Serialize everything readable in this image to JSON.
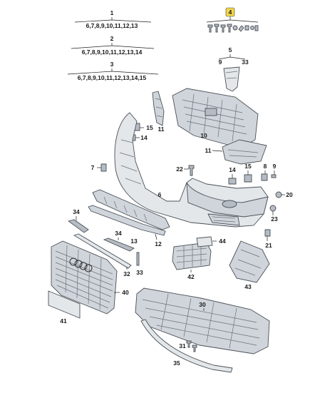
{
  "groups": [
    {
      "id": "1",
      "items": "6,7,8,9,10,11,12,13"
    },
    {
      "id": "2",
      "items": "6,7,8,9,10,11,12,13,14"
    },
    {
      "id": "3",
      "items": "6,7,8,9,10,11,12,13,14,15"
    },
    {
      "id": "5",
      "items_left": "9",
      "items_right": "33"
    }
  ],
  "part_numbers": {
    "p4": "4",
    "p6": "6",
    "p7": "7",
    "p8": "8",
    "p9": "9",
    "p10": "10",
    "p11a": "11",
    "p11b": "11",
    "p12": "12",
    "p13": "13",
    "p14a": "14",
    "p14b": "14",
    "p15a": "15",
    "p15b": "15",
    "p20": "20",
    "p21": "21",
    "p22": "22",
    "p23": "23",
    "p30": "30",
    "p31": "31",
    "p32": "32",
    "p33": "33",
    "p34a": "34",
    "p34b": "34",
    "p35": "35",
    "p40": "40",
    "p41": "41",
    "p42": "42",
    "p43": "43",
    "p44": "44"
  }
}
